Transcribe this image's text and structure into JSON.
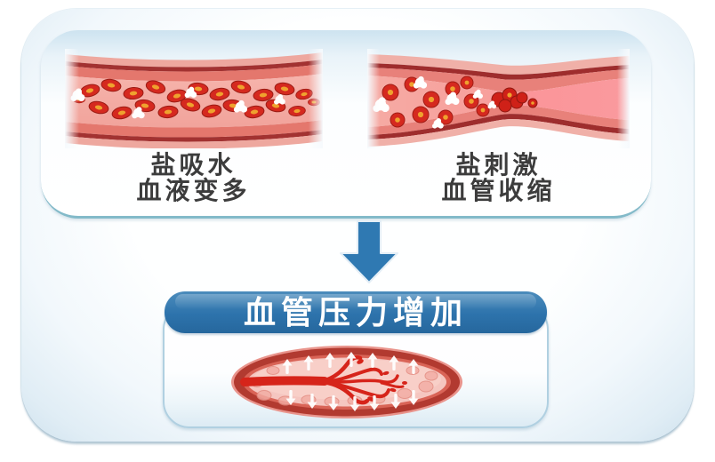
{
  "top_card": {
    "items": [
      {
        "name": "salt-absorbs-water",
        "line1": "盐吸水",
        "line2": "血液变多",
        "illustration": "blood-vessel-with-more-blood-and-salt-crystals"
      },
      {
        "name": "salt-stimulates",
        "line1": "盐刺激",
        "line2": "血管收缩",
        "illustration": "constricted-blood-vessel-with-salt-crystals"
      }
    ]
  },
  "flow_arrow": {
    "icon": "down-arrow-icon",
    "color": "#2f79b2"
  },
  "result": {
    "banner_label": "血管压力增加",
    "illustration": "blood-vessel-under-outward-pressure"
  },
  "colors": {
    "page_bg": "#ffffff",
    "panel_bg": "#e7f1f8",
    "panel_edge": "#a9c4d3",
    "card_bg": "#ffffff",
    "card_top_tint": "#cde3f0",
    "card_bottom_border": "#83bac9",
    "banner_blue": "#2d73ac",
    "arrow_blue": "#2f79b2",
    "label_text": "#3c3c3c",
    "banner_text": "#ffffff",
    "blood_cell_red": "#d5291f",
    "blood_cell_center_orange": "#efa22e",
    "vessel_wall_dark": "#a23231",
    "vessel_wall_salmon": "#e4776d",
    "vessel_lumen_pink": "#f3aba3",
    "salt_white": "#ffffff"
  }
}
